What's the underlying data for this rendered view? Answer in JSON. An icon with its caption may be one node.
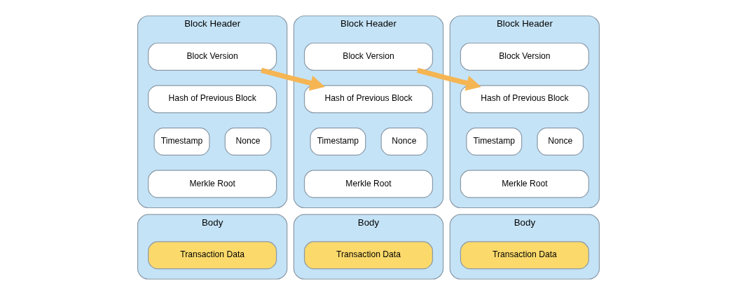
{
  "diagram": {
    "nodes": [
      {
        "text": [
          "Block Header"
        ]
      },
      {
        "text": [
          "Block Version"
        ],
        "in": 0
      },
      {
        "text": [
          "Hash of Previous Block"
        ],
        "in": 0
      },
      {
        "text": [
          "Timestamp"
        ],
        "in": 0
      },
      {
        "text": [
          "Nonce"
        ],
        "in": 0
      },
      {
        "text": [
          "Merkle Root"
        ],
        "in": 0
      },
      {
        "text": [
          "Body"
        ]
      },
      {
        "text": [
          "Transaction Data"
        ],
        "in": 6
      },
      {
        "text": [
          "Block Header"
        ]
      },
      {
        "text": [
          "Block Version"
        ],
        "in": 8
      },
      {
        "text": [
          "Hash of Previous Block"
        ],
        "in": 8
      },
      {
        "text": [
          "Timestamp"
        ],
        "in": 8
      },
      {
        "text": [
          "Nonce"
        ],
        "in": 8
      },
      {
        "text": [
          "Merkle Root"
        ],
        "in": 8
      },
      {
        "text": [
          "Body"
        ]
      },
      {
        "text": [
          "Transaction Data"
        ],
        "in": 14
      },
      {
        "text": [
          "Block Header"
        ]
      },
      {
        "text": [
          "Block Version"
        ],
        "in": 16
      },
      {
        "text": [
          "Hash of Previous Block"
        ],
        "in": 16
      },
      {
        "text": [
          "Timestamp"
        ],
        "in": 16
      },
      {
        "text": [
          "Nonce"
        ],
        "in": 16
      },
      {
        "text": [
          "Merkle Root"
        ],
        "in": 16
      },
      {
        "text": [
          "Body"
        ]
      },
      {
        "text": [
          "Transaction Data"
        ],
        "in": 22
      }
    ],
    "edges": [
      {
        "from": 1,
        "to": 10,
        "arrow": "to"
      },
      {
        "from": 9,
        "to": 18,
        "arrow": "to"
      }
    ]
  }
}
